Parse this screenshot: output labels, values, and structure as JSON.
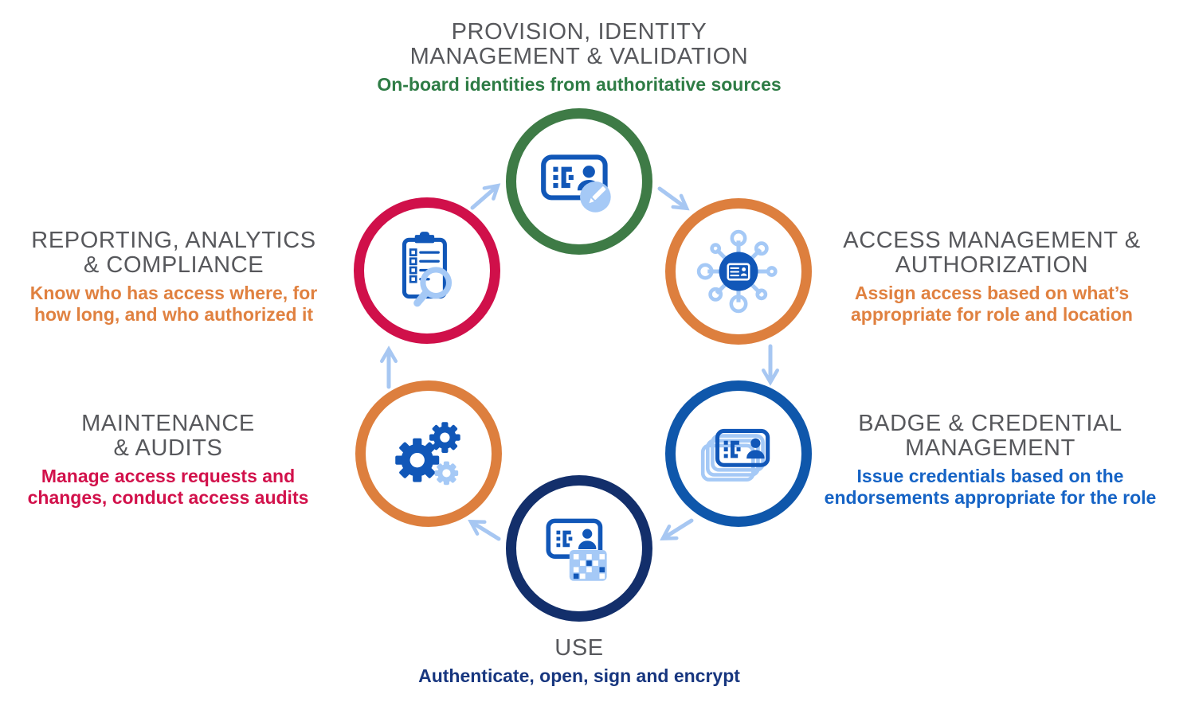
{
  "colors": {
    "title_gray": "#57585c",
    "arrow_blue": "#a7c7f2",
    "green": "#3e7b46",
    "orange": "#dd7f3e",
    "red": "#d0104a",
    "blue": "#0f57ab",
    "navy": "#132f6b",
    "icon_dark": "#1157b8",
    "icon_light": "#a5c9f6",
    "sub_green": "#2e7c45",
    "sub_orange": "#e08140",
    "sub_blue": "#1563c5",
    "sub_navy": "#17367f",
    "sub_red": "#d2114b"
  },
  "nodes": {
    "provision": {
      "title1": "PROVISION, IDENTITY",
      "title2": "MANAGEMENT & VALIDATION",
      "sub1": "On-board identities from authoritative sources",
      "icon": "id-card-edit-icon",
      "ring_color": "#3e7b46"
    },
    "access": {
      "title1": "ACCESS MANAGEMENT &",
      "title2": "AUTHORIZATION",
      "sub1": "Assign access based on what’s",
      "sub2": "appropriate for role and location",
      "icon": "id-card-network-icon",
      "ring_color": "#dd7f3e"
    },
    "badge": {
      "title1": "BADGE & CREDENTIAL",
      "title2": "MANAGEMENT",
      "sub1": "Issue credentials based on the",
      "sub2": "endorsements appropriate for the role",
      "icon": "card-stack-icon",
      "ring_color": "#0f57ab"
    },
    "use": {
      "title1": "USE",
      "sub1": "Authenticate, open, sign and encrypt",
      "icon": "id-card-qr-icon",
      "ring_color": "#132f6b"
    },
    "maintenance": {
      "title1": "MAINTENANCE",
      "title2": "& AUDITS",
      "sub1": "Manage access requests and",
      "sub2": "changes, conduct access audits",
      "icon": "gears-icon",
      "ring_color": "#dd7f3e"
    },
    "reporting": {
      "title1": "REPORTING, ANALYTICS",
      "title2": "& COMPLIANCE",
      "sub1": "Know who has access where, for",
      "sub2": "how long, and who authorized it",
      "icon": "clipboard-magnifier-icon",
      "ring_color": "#d0104a"
    }
  }
}
